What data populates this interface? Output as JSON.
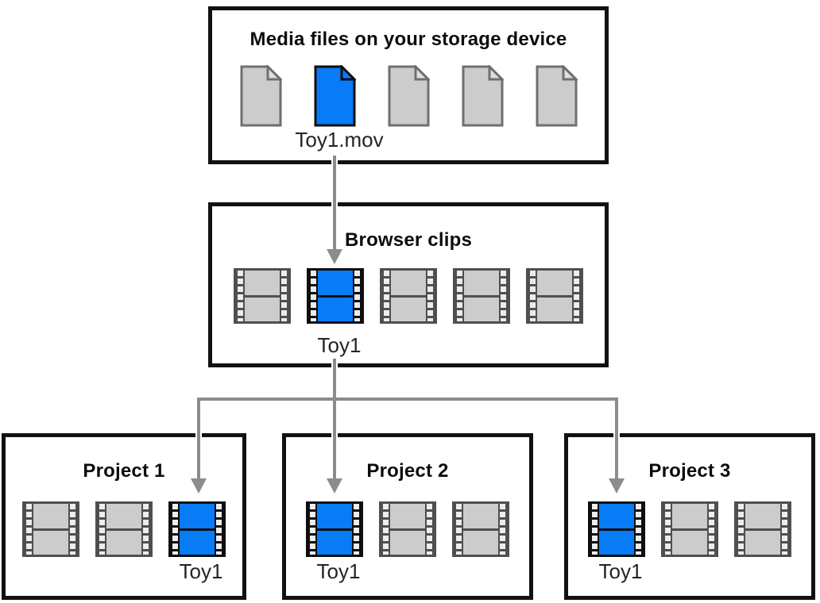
{
  "colors": {
    "highlight_blue": "#087bf7",
    "neutral_gray": "#cccccc",
    "arrow_gray": "#8c8c8c",
    "box_border": "#111111"
  },
  "icons": {
    "document-icon": "page-with-folded-corner",
    "filmstrip-icon": "film-frames-with-sprocket-holes",
    "arrow-icon": "downward-gray-arrow"
  },
  "storage_box": {
    "title": "Media files on your storage device",
    "highlighted_label": "Toy1.mov",
    "files": [
      {
        "highlighted": false
      },
      {
        "highlighted": true
      },
      {
        "highlighted": false
      },
      {
        "highlighted": false
      },
      {
        "highlighted": false
      }
    ]
  },
  "browser_box": {
    "title": "Browser clips",
    "highlighted_label": "Toy1",
    "clips": [
      {
        "highlighted": false
      },
      {
        "highlighted": true
      },
      {
        "highlighted": false
      },
      {
        "highlighted": false
      },
      {
        "highlighted": false
      }
    ]
  },
  "projects": [
    {
      "title": "Project 1",
      "highlighted_label": "Toy1",
      "clips": [
        {
          "highlighted": false
        },
        {
          "highlighted": false
        },
        {
          "highlighted": true
        }
      ]
    },
    {
      "title": "Project 2",
      "highlighted_label": "Toy1",
      "clips": [
        {
          "highlighted": true
        },
        {
          "highlighted": false
        },
        {
          "highlighted": false
        }
      ]
    },
    {
      "title": "Project 3",
      "highlighted_label": "Toy1",
      "clips": [
        {
          "highlighted": true
        },
        {
          "highlighted": false
        },
        {
          "highlighted": false
        }
      ]
    }
  ]
}
